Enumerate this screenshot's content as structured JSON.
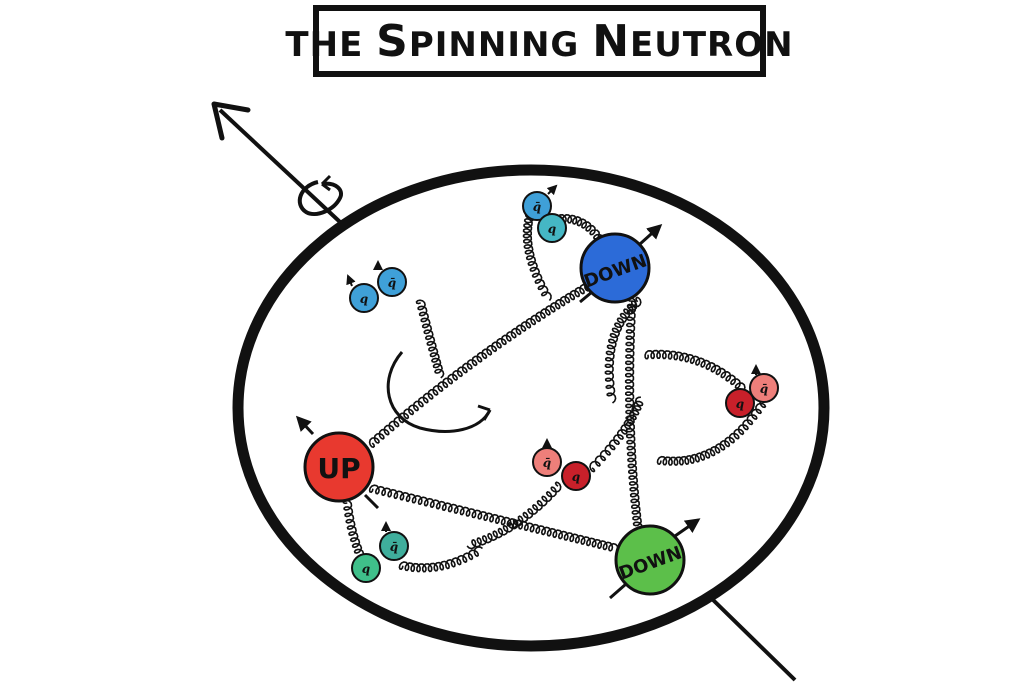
{
  "title": {
    "first": "THE ",
    "s": "S",
    "pinning": "PINNING ",
    "n": "N",
    "eutron": "EUTRON"
  },
  "quarks": {
    "up": "UP",
    "down_top": "DOWN",
    "down_bottom": "DOWN"
  },
  "virtual_pairs": {
    "quark_symbol": "q",
    "antiquark_symbol": "q̄"
  },
  "colors": {
    "ink": "#111111",
    "up_quark": "#e8392f",
    "down_top_quark": "#2c6bd8",
    "down_bottom_quark": "#5cbf4a",
    "blue_pair": "#3fa0d8",
    "cyan_pair": "#45b7c4",
    "red_pair": "#c8202a",
    "pink_pair": "#ee7f7a",
    "green_pair": "#3fbf8a",
    "teal_pair": "#3fae9c"
  }
}
